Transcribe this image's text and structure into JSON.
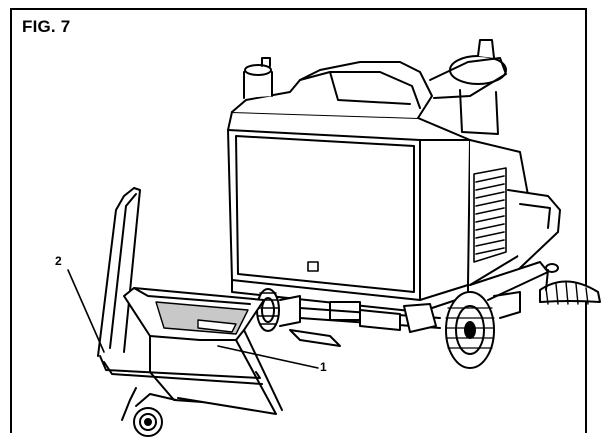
{
  "figure": {
    "title": "FIG. 7",
    "callouts": [
      {
        "label": "2"
      },
      {
        "label": "1"
      }
    ]
  },
  "colors": {
    "ink": "#000000",
    "paper": "#ffffff",
    "shade": "#c8c8c8"
  }
}
